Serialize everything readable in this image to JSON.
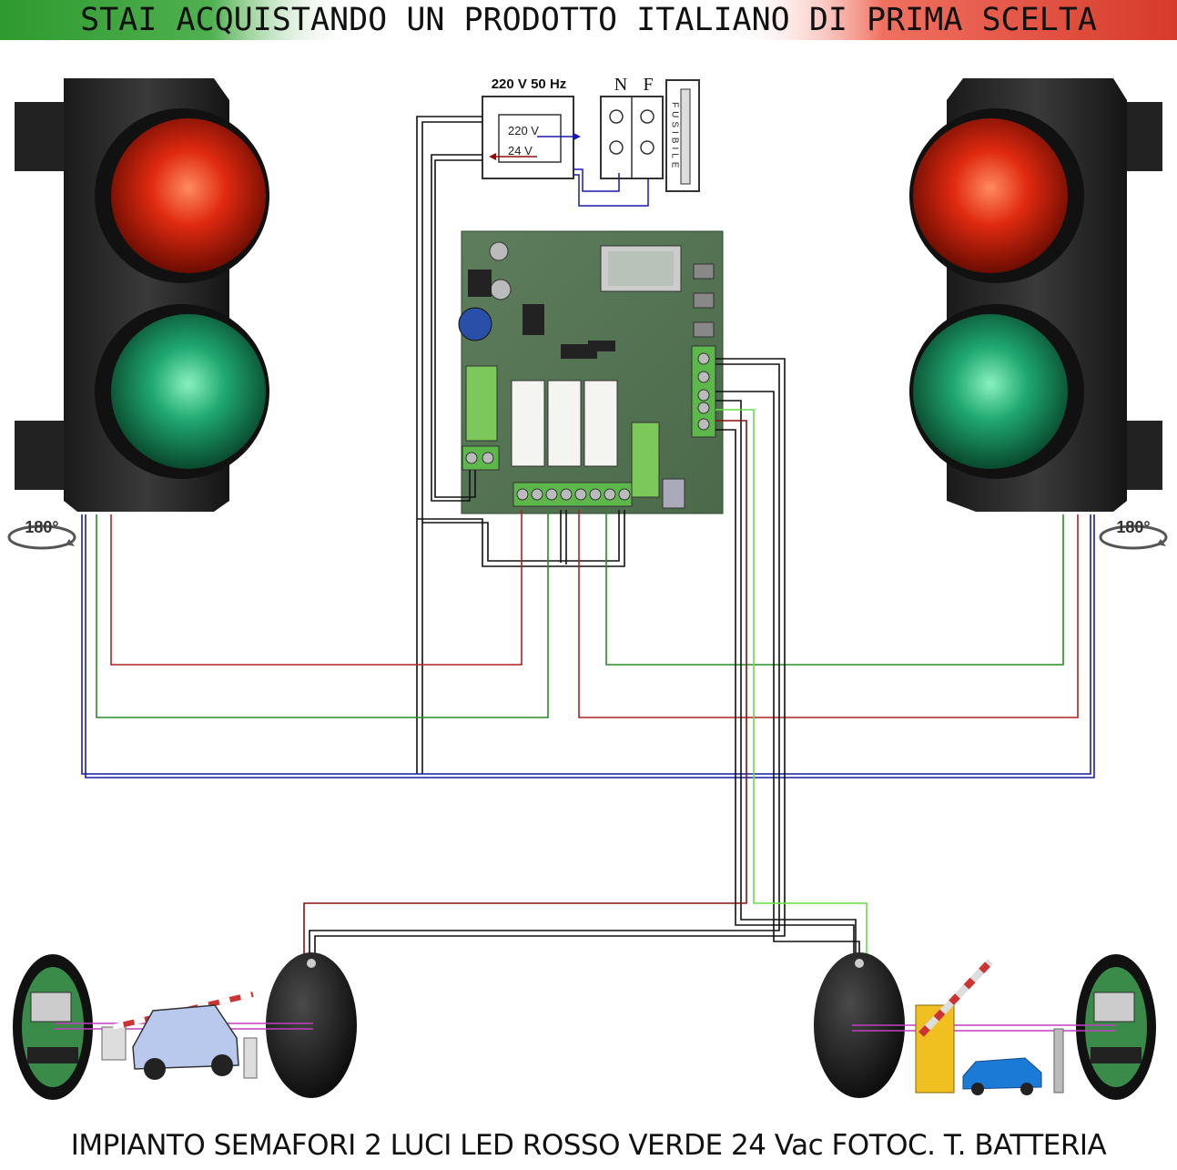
{
  "banner": {
    "text": "STAI ACQUISTANDO UN PRODOTTO ITALIANO DI PRIMA SCELTA",
    "colors": {
      "green": "#3a9b3a",
      "white": "#ffffff",
      "red": "#d8412f"
    }
  },
  "power": {
    "supply_label": "220 V 50 Hz",
    "transformer_in": "220 V",
    "transformer_out": "24 V",
    "terminal_n": "N",
    "terminal_f": "F",
    "fuse_label": "FUSIBILE"
  },
  "rotation": {
    "left": "180°",
    "right": "180°"
  },
  "footer": {
    "text": "IMPIANTO SEMAFORI 2 LUCI LED ROSSO VERDE 24 Vac FOTOC. T. BATTERIA"
  },
  "wire_colors": {
    "red": "#b02020",
    "green": "#2a8a2a",
    "blue": "#1a1aa8",
    "black": "#111111",
    "light_green": "#66dd44"
  }
}
